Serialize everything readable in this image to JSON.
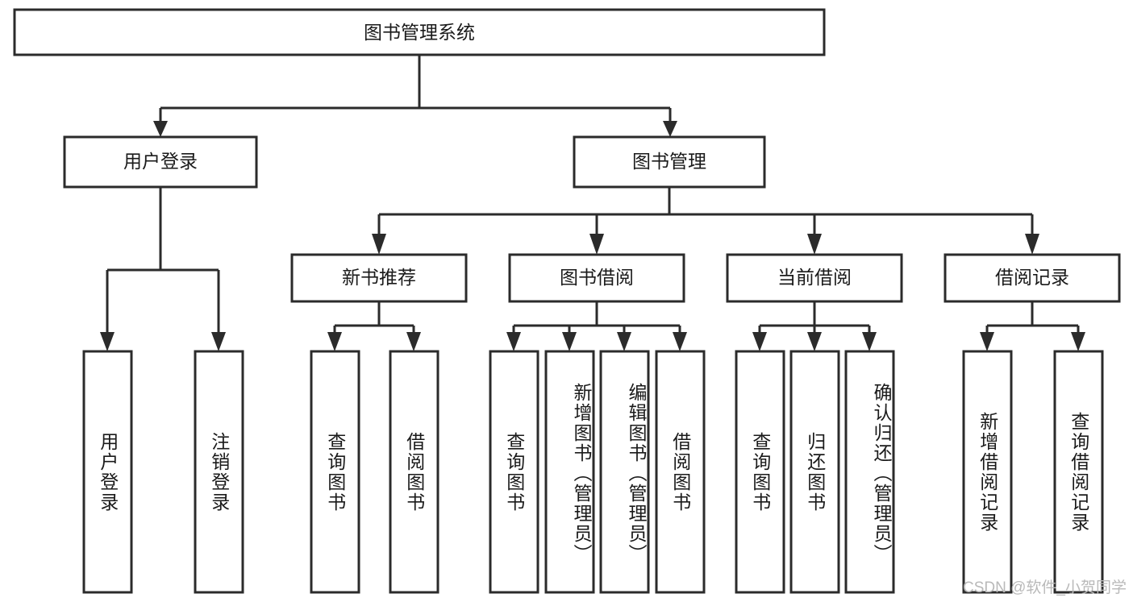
{
  "diagram": {
    "title": "图书管理系统",
    "type": "hierarchy-tree",
    "colors": {
      "stroke": "#2b2b2b",
      "fill": "#ffffff",
      "text": "#1a1a1a",
      "watermark": "#b9b9b9",
      "background": "#ffffff"
    },
    "levels": {
      "root": {
        "label": "图书管理系统"
      },
      "level2": [
        {
          "id": "user-login",
          "label": "用户登录"
        },
        {
          "id": "book-management",
          "label": "图书管理"
        }
      ],
      "level3": [
        {
          "id": "new-book-recommend",
          "label": "新书推荐",
          "parent": "book-management"
        },
        {
          "id": "book-borrow",
          "label": "图书借阅",
          "parent": "book-management"
        },
        {
          "id": "current-borrow",
          "label": "当前借阅",
          "parent": "book-management"
        },
        {
          "id": "borrow-record",
          "label": "借阅记录",
          "parent": "book-management"
        }
      ],
      "leaves": [
        {
          "id": "leaf-user-login",
          "label": "用户登录",
          "parent": "user-login"
        },
        {
          "id": "leaf-logout-login",
          "label": "注销登录",
          "parent": "user-login"
        },
        {
          "id": "leaf-query-book-1",
          "label": "查询图书",
          "parent": "new-book-recommend"
        },
        {
          "id": "leaf-borrow-book-1",
          "label": "借阅图书",
          "parent": "new-book-recommend"
        },
        {
          "id": "leaf-query-book-2",
          "label": "查询图书",
          "parent": "book-borrow"
        },
        {
          "id": "leaf-add-book",
          "label": "新增图书（管理员）",
          "parent": "book-borrow"
        },
        {
          "id": "leaf-edit-book",
          "label": "编辑图书（管理员）",
          "parent": "book-borrow"
        },
        {
          "id": "leaf-borrow-book-2",
          "label": "借阅图书",
          "parent": "book-borrow"
        },
        {
          "id": "leaf-query-book-3",
          "label": "查询图书",
          "parent": "current-borrow"
        },
        {
          "id": "leaf-return-book",
          "label": "归还图书",
          "parent": "current-borrow"
        },
        {
          "id": "leaf-confirm-return",
          "label": "确认归还（管理员）",
          "parent": "current-borrow"
        },
        {
          "id": "leaf-add-record",
          "label": "新增借阅记录",
          "parent": "borrow-record"
        },
        {
          "id": "leaf-query-record",
          "label": "查询借阅记录",
          "parent": "borrow-record"
        }
      ]
    },
    "watermark": "CSDN @软件_小贺同学"
  }
}
